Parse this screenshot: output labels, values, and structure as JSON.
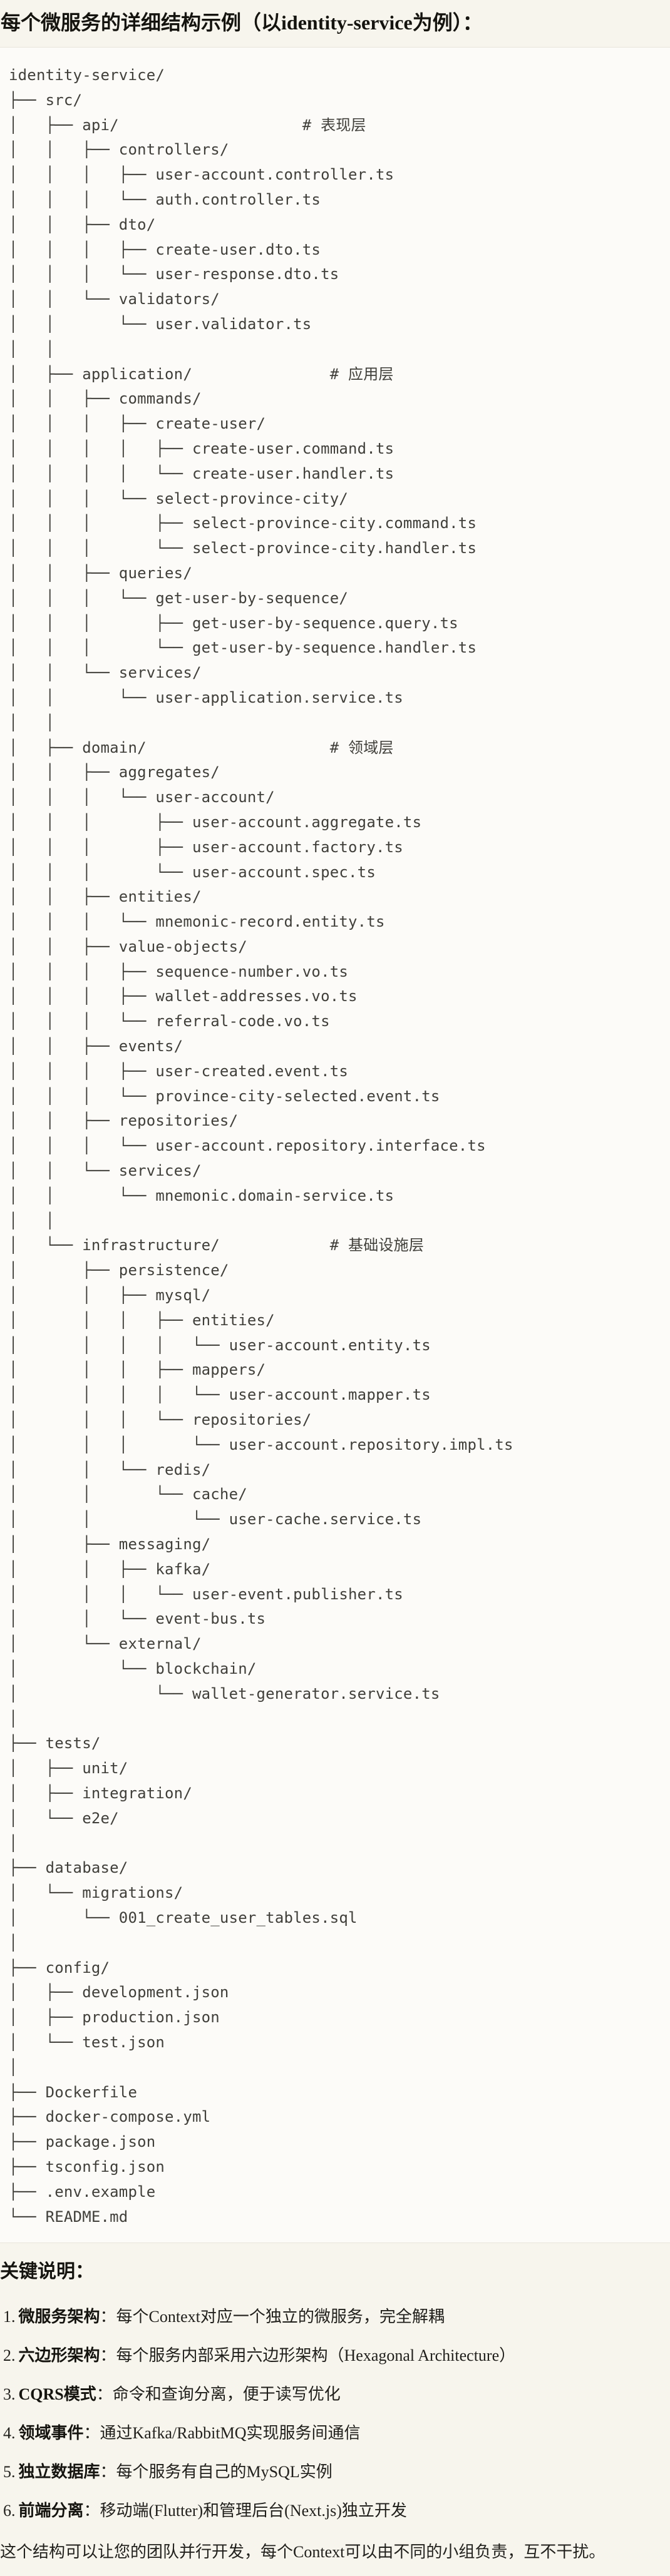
{
  "page": {
    "title": "每个微服务的详细结构示例（以identity-service为例）：",
    "colors": {
      "page_bg": "#f7f5ed",
      "code_bg": "#fcfbf8",
      "code_border": "#e8e5db",
      "heading_text": "#15140f",
      "code_text": "#403f3a"
    }
  },
  "code": {
    "tree_lines": [
      "identity-service/",
      "├── src/",
      "│   ├── api/                    # 表现层",
      "│   │   ├── controllers/",
      "│   │   │   ├── user-account.controller.ts",
      "│   │   │   └── auth.controller.ts",
      "│   │   ├── dto/",
      "│   │   │   ├── create-user.dto.ts",
      "│   │   │   └── user-response.dto.ts",
      "│   │   └── validators/",
      "│   │       └── user.validator.ts",
      "│   │",
      "│   ├── application/               # 应用层",
      "│   │   ├── commands/",
      "│   │   │   ├── create-user/",
      "│   │   │   │   ├── create-user.command.ts",
      "│   │   │   │   └── create-user.handler.ts",
      "│   │   │   └── select-province-city/",
      "│   │   │       ├── select-province-city.command.ts",
      "│   │   │       └── select-province-city.handler.ts",
      "│   │   ├── queries/",
      "│   │   │   └── get-user-by-sequence/",
      "│   │   │       ├── get-user-by-sequence.query.ts",
      "│   │   │       └── get-user-by-sequence.handler.ts",
      "│   │   └── services/",
      "│   │       └── user-application.service.ts",
      "│   │",
      "│   ├── domain/                    # 领域层",
      "│   │   ├── aggregates/",
      "│   │   │   └── user-account/",
      "│   │   │       ├── user-account.aggregate.ts",
      "│   │   │       ├── user-account.factory.ts",
      "│   │   │       └── user-account.spec.ts",
      "│   │   ├── entities/",
      "│   │   │   └── mnemonic-record.entity.ts",
      "│   │   ├── value-objects/",
      "│   │   │   ├── sequence-number.vo.ts",
      "│   │   │   ├── wallet-addresses.vo.ts",
      "│   │   │   └── referral-code.vo.ts",
      "│   │   ├── events/",
      "│   │   │   ├── user-created.event.ts",
      "│   │   │   └── province-city-selected.event.ts",
      "│   │   ├── repositories/",
      "│   │   │   └── user-account.repository.interface.ts",
      "│   │   └── services/",
      "│   │       └── mnemonic.domain-service.ts",
      "│   │",
      "│   └── infrastructure/            # 基础设施层",
      "│       ├── persistence/",
      "│       │   ├── mysql/",
      "│       │   │   ├── entities/",
      "│       │   │   │   └── user-account.entity.ts",
      "│       │   │   ├── mappers/",
      "│       │   │   │   └── user-account.mapper.ts",
      "│       │   │   └── repositories/",
      "│       │   │       └── user-account.repository.impl.ts",
      "│       │   └── redis/",
      "│       │       └── cache/",
      "│       │           └── user-cache.service.ts",
      "│       ├── messaging/",
      "│       │   ├── kafka/",
      "│       │   │   └── user-event.publisher.ts",
      "│       │   └── event-bus.ts",
      "│       └── external/",
      "│           └── blockchain/",
      "│               └── wallet-generator.service.ts",
      "│",
      "├── tests/",
      "│   ├── unit/",
      "│   ├── integration/",
      "│   └── e2e/",
      "│",
      "├── database/",
      "│   └── migrations/",
      "│       └── 001_create_user_tables.sql",
      "│",
      "├── config/",
      "│   ├── development.json",
      "│   ├── production.json",
      "│   └── test.json",
      "│",
      "├── Dockerfile",
      "├── docker-compose.yml",
      "├── package.json",
      "├── tsconfig.json",
      "├── .env.example",
      "└── README.md"
    ]
  },
  "notes": {
    "heading": "关键说明：",
    "items": [
      {
        "num": "1.",
        "term": "微服务架构",
        "desc": "：每个Context对应一个独立的微服务，完全解耦"
      },
      {
        "num": "2.",
        "term": "六边形架构",
        "desc": "：每个服务内部采用六边形架构（Hexagonal Architecture）"
      },
      {
        "num": "3.",
        "term": "CQRS模式",
        "desc": "：命令和查询分离，便于读写优化"
      },
      {
        "num": "4.",
        "term": "领域事件",
        "desc": "：通过Kafka/RabbitMQ实现服务间通信"
      },
      {
        "num": "5.",
        "term": "独立数据库",
        "desc": "：每个服务有自己的MySQL实例"
      },
      {
        "num": "6.",
        "term": "前端分离",
        "desc": "：移动端(Flutter)和管理后台(Next.js)独立开发"
      }
    ],
    "footer": "这个结构可以让您的团队并行开发，每个Context可以由不同的小组负责，互不干扰。"
  }
}
